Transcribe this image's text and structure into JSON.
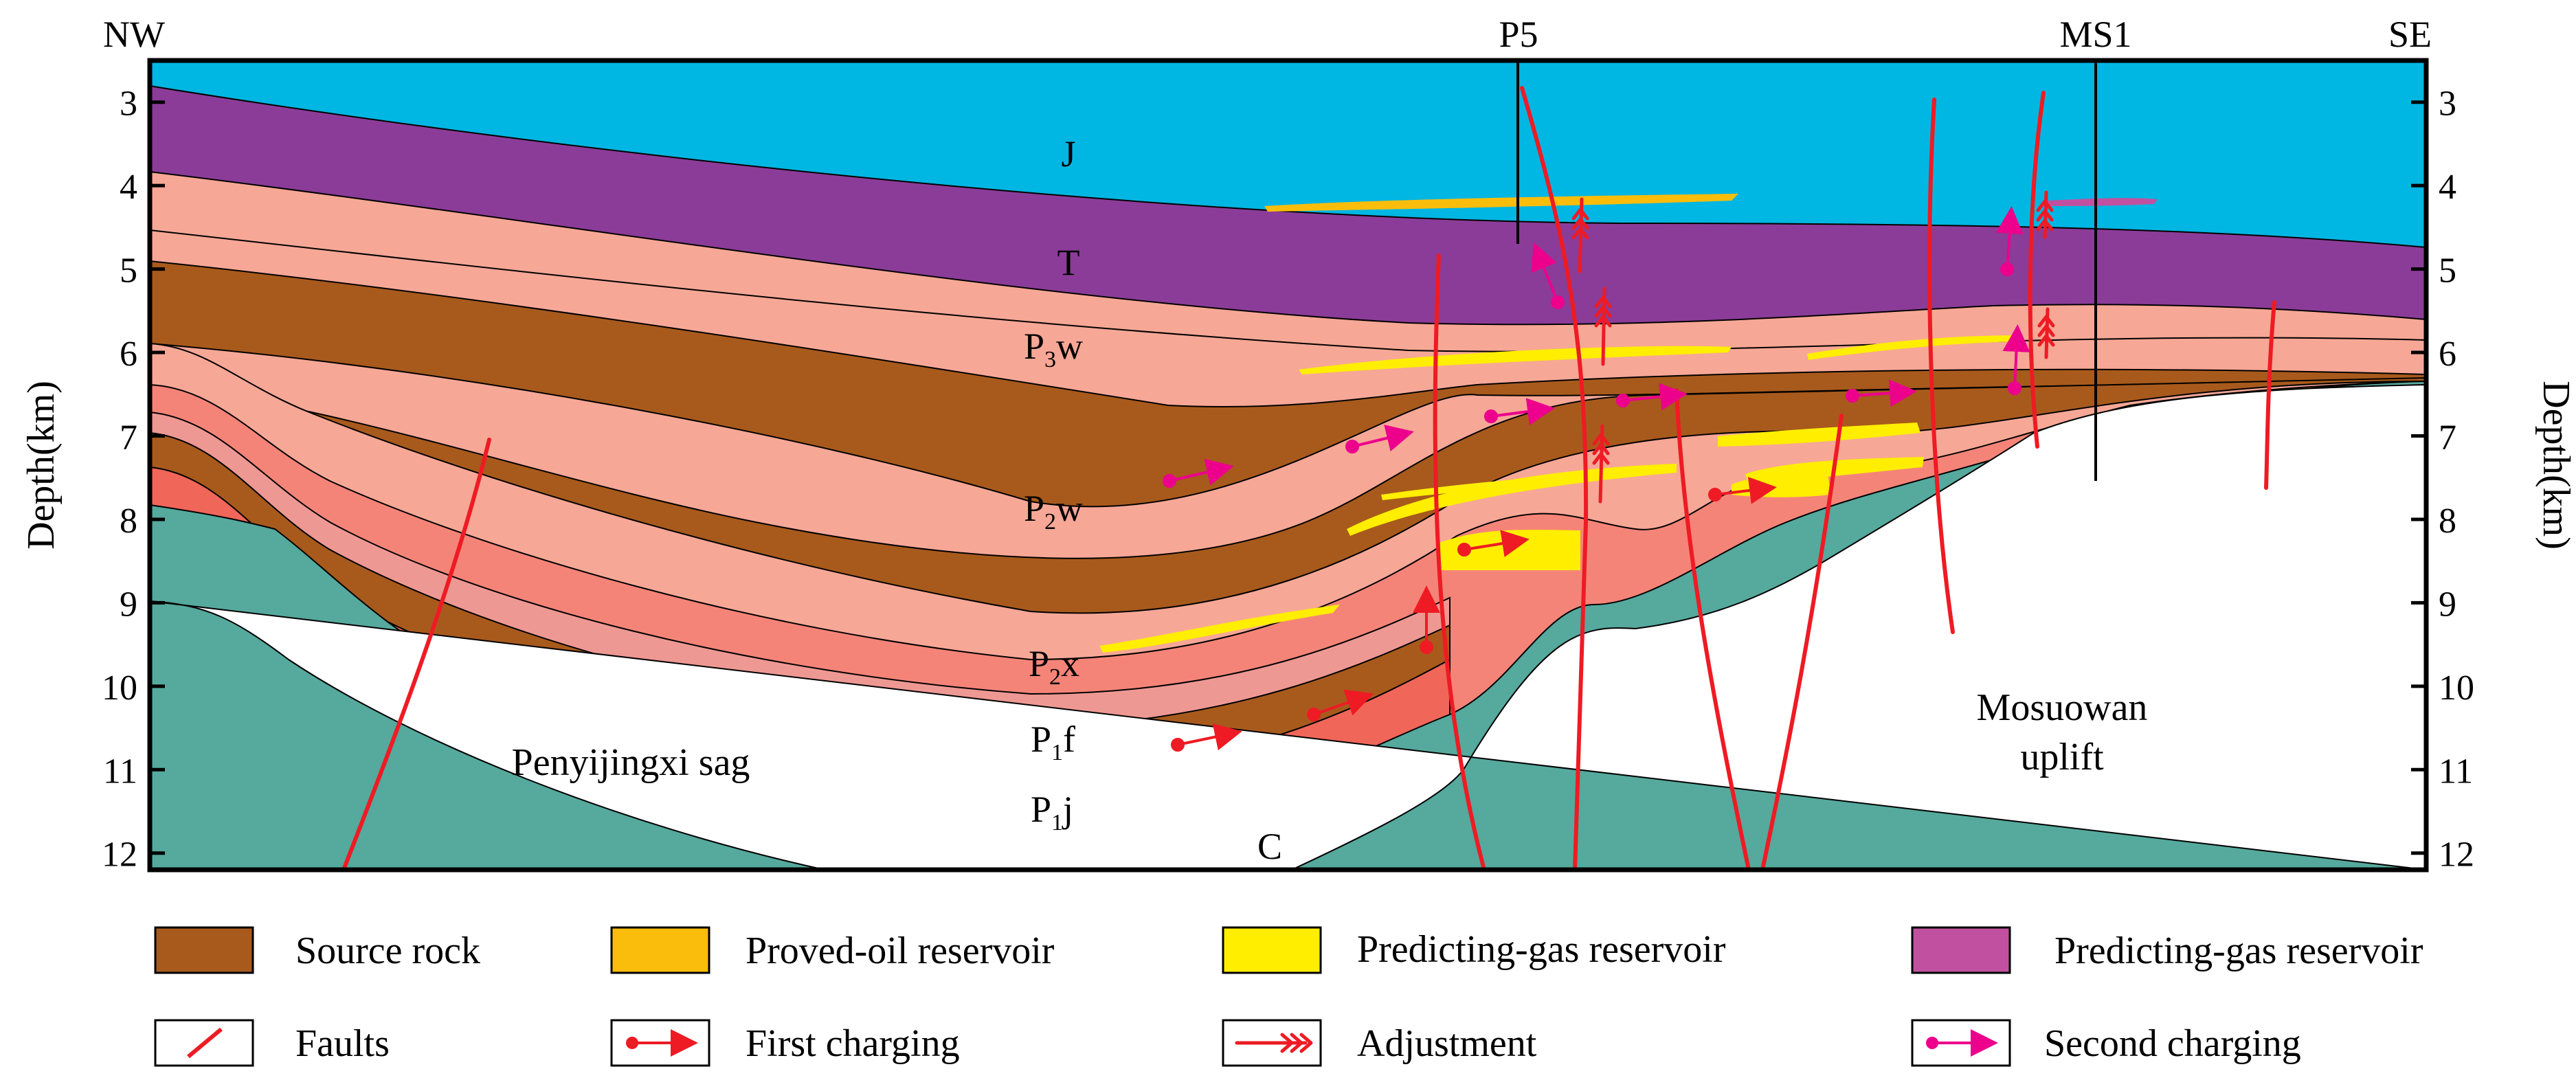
{
  "orientation": {
    "left": "NW",
    "right": "SE"
  },
  "wells": [
    {
      "name": "P5"
    },
    {
      "name": "MS1"
    }
  ],
  "axes": {
    "left_label": "Depth(km)",
    "right_label": "Depth(km)",
    "ticks": [
      "3",
      "4",
      "5",
      "6",
      "7",
      "8",
      "9",
      "10",
      "11",
      "12"
    ],
    "range_km": [
      2.5,
      12.2
    ]
  },
  "formations": {
    "J": "J",
    "T": "T",
    "P3w": {
      "base": "P",
      "sub": "3",
      "rest": "w"
    },
    "P2w": {
      "base": "P",
      "sub": "2",
      "rest": "w"
    },
    "P2x": {
      "base": "P",
      "sub": "2",
      "rest": "x"
    },
    "P1f": {
      "base": "P",
      "sub": "1",
      "rest": "f"
    },
    "P1j": {
      "base": "P",
      "sub": "1",
      "rest": "j"
    },
    "C": "C"
  },
  "regions": {
    "sag": "Penyijingxi sag",
    "uplift_line1": "Mosuowan",
    "uplift_line2": "uplift"
  },
  "legend": {
    "source_rock": "Source rock",
    "proved_oil": "Proved-oil reservoir",
    "predicting_gas_yellow": "Predicting-gas reservoir",
    "predicting_gas_purple": "Predicting-gas reservoir",
    "faults": "Faults",
    "first_charging": "First charging",
    "adjustment": "Adjustment",
    "second_charging": "Second charging"
  },
  "colors": {
    "sky": "#00b6e3",
    "jurassic_purple": "#8b3c98",
    "light_pink": "#f7a796",
    "salmon": "#f58478",
    "mid_pink": "#ee9893",
    "red_salmon": "#f06659",
    "source_brown": "#a85a1c",
    "carboniferous_teal": "#55a99d",
    "oil_orange": "#fbbd0b",
    "gas_yellow": "#ffee00",
    "gas_purple": "#c151a0",
    "fault_red": "#ee1b24",
    "second_pink": "#ec008c"
  }
}
